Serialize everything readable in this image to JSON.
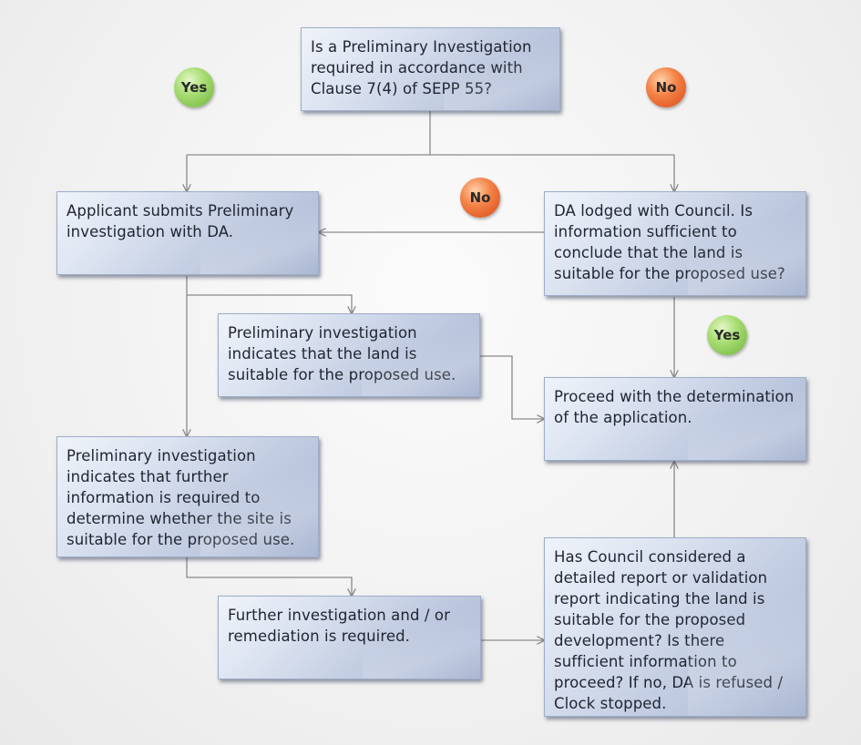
{
  "nodes": {
    "preliminary_required": "Is a Preliminary Investigation required in accordance with Clause 7(4) of SEPP 55?",
    "applicant_submits": "Applicant submits Preliminary investigation with DA.",
    "da_lodged": "DA lodged with Council. Is information sufficient to conclude that the land is suitable for the proposed use?",
    "indicates_suitable": "Preliminary investigation indicates that the land is suitable for the proposed use.",
    "proceed_determination": "Proceed with the determination of the application.",
    "further_information": "Preliminary investigation indicates that further information is required to determine whether the site is suitable for the proposed use.",
    "further_investigation": "Further investigation and / or remediation is required.",
    "council_considered": "Has Council considered a detailed report or validation report indicating the land is suitable for the proposed development? Is there sufficient information to proceed? If no, DA is refused / Clock stopped."
  },
  "badges": {
    "yes_top": "Yes",
    "no_top": "No",
    "no_middle": "No",
    "yes_right": "Yes"
  },
  "colors": {
    "yes": "#7cc04a",
    "no": "#e8602c",
    "connector": "#8a8a8a"
  }
}
